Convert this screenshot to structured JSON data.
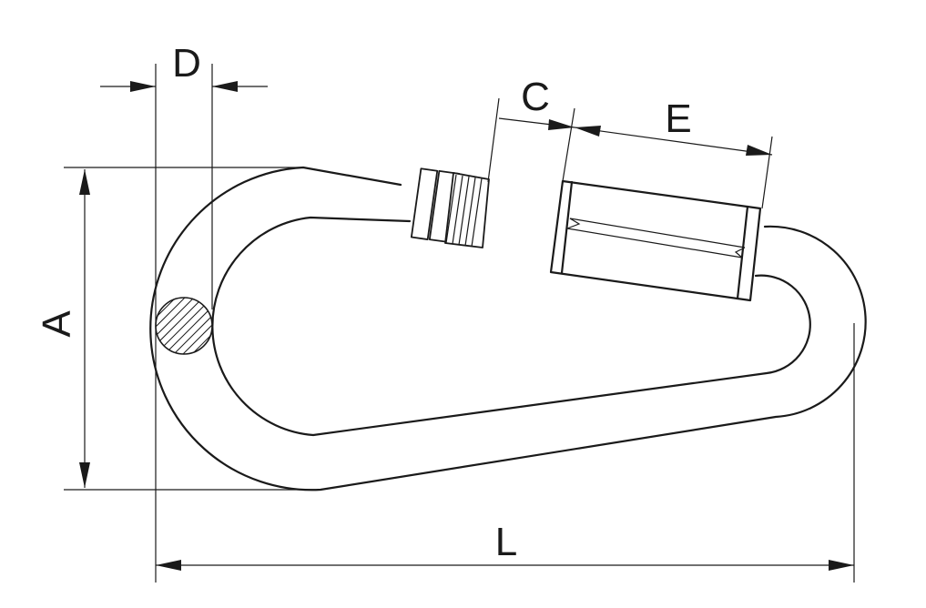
{
  "figure": {
    "line_color": "#1a1a1a",
    "background": "#ffffff"
  },
  "dimensions": {
    "a": "A",
    "c": "C",
    "d": "D",
    "e": "E",
    "l": "L"
  }
}
